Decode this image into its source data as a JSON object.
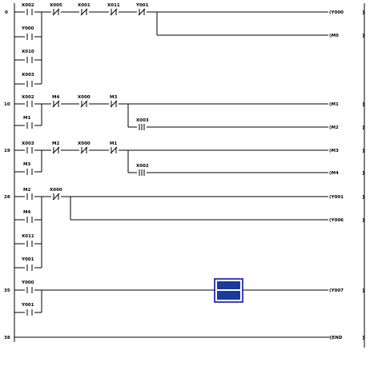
{
  "colors": {
    "background": "#ffffff",
    "line": "#000000",
    "cursor_fill": "#1a3a9c",
    "cursor_border": "#0000aa"
  },
  "rungs": [
    {
      "step": "0",
      "contacts": [
        {
          "label": "X002",
          "type": "NO"
        },
        {
          "label": "X005",
          "type": "NC"
        },
        {
          "label": "X001",
          "type": "NC"
        },
        {
          "label": "X011",
          "type": "NC"
        },
        {
          "label": "Y001",
          "type": "NC"
        }
      ],
      "branch_contacts": [
        {
          "label": "Y000",
          "type": "NO"
        },
        {
          "label": "X010",
          "type": "NO"
        },
        {
          "label": "X003",
          "type": "NO"
        }
      ],
      "coils": [
        "(Y000",
        "(M0"
      ]
    },
    {
      "step": "10",
      "contacts": [
        {
          "label": "X002",
          "type": "NO"
        },
        {
          "label": "M4",
          "type": "NC"
        },
        {
          "label": "X000",
          "type": "NC"
        },
        {
          "label": "M3",
          "type": "NC"
        }
      ],
      "branch_contacts": [
        {
          "label": "M1",
          "type": "NO"
        },
        {
          "label": "X003",
          "type": "PULSE"
        }
      ],
      "coils": [
        "(M1",
        "(M2"
      ]
    },
    {
      "step": "19",
      "contacts": [
        {
          "label": "X003",
          "type": "NO"
        },
        {
          "label": "M2",
          "type": "NC"
        },
        {
          "label": "X000",
          "type": "NC"
        },
        {
          "label": "M1",
          "type": "NC"
        }
      ],
      "branch_contacts": [
        {
          "label": "M3",
          "type": "NO"
        },
        {
          "label": "X002",
          "type": "PULSE"
        }
      ],
      "coils": [
        "(M3",
        "(M4"
      ]
    },
    {
      "step": "28",
      "contacts": [
        {
          "label": "M2",
          "type": "NO"
        },
        {
          "label": "X000",
          "type": "NC"
        }
      ],
      "branch_contacts": [
        {
          "label": "M4",
          "type": "NO"
        },
        {
          "label": "X011",
          "type": "NO"
        },
        {
          "label": "Y001",
          "type": "NO"
        }
      ],
      "coils": [
        "(Y001",
        "(Y006"
      ]
    },
    {
      "step": "35",
      "contacts": [
        {
          "label": "Y000",
          "type": "NO"
        }
      ],
      "branch_contacts": [
        {
          "label": "Y001",
          "type": "NO"
        }
      ],
      "coils": [
        "(Y007"
      ]
    },
    {
      "step": "38",
      "contacts": [],
      "branch_contacts": [],
      "coils": [
        "[END"
      ]
    }
  ],
  "coil_end_marks": [
    "}",
    "}",
    "}",
    "}",
    "}",
    "}",
    "}",
    "}",
    "}",
    "}",
    "}",
    "}"
  ]
}
